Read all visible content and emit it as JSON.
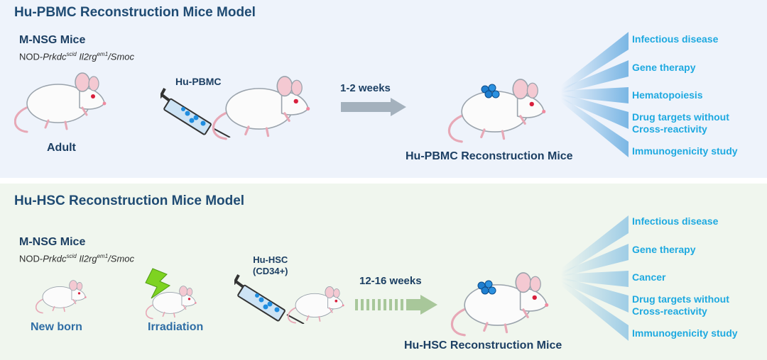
{
  "top": {
    "title": "Hu-PBMC Reconstruction Mice Model",
    "mouse_name": "M-NSG Mice",
    "strain": {
      "prefix": "NOD-",
      "g1": "Prkdc",
      "s1": "scid",
      "g2": "Il2rg",
      "s2": "em1",
      "suffix": "/Smoc"
    },
    "adult_label": "Adult",
    "injection_label": "Hu-PBMC",
    "duration": "1-2 weeks",
    "result_label": "Hu-PBMC Reconstruction Mice",
    "indications": [
      "Infectious disease",
      "Gene therapy",
      "Hematopoiesis",
      "Drug targets without Cross-reactivity",
      "Immunogenicity study"
    ]
  },
  "bottom": {
    "title": "Hu-HSC Reconstruction Mice Model",
    "mouse_name": "M-NSG Mice",
    "strain": {
      "prefix": "NOD-",
      "g1": "Prkdc",
      "s1": "scid",
      "g2": "Il2rg",
      "s2": "em1",
      "suffix": "/Smoc"
    },
    "newborn_label": "New born",
    "irradiation_label": "Irradiation",
    "injection_label_line1": "Hu-HSC",
    "injection_label_line2": "(CD34+)",
    "duration": "12-16 weeks",
    "result_label": "Hu-HSC Reconstruction Mice",
    "indications": [
      "Infectious disease",
      "Gene therapy",
      "Cancer",
      "Drug targets without Cross-reactivity",
      "Immunogenicity study"
    ]
  },
  "colors": {
    "title": "#1f4b73",
    "indication": "#1ea9e0",
    "stage_label": "#2f6ea5",
    "lightning": "#7ed321"
  }
}
